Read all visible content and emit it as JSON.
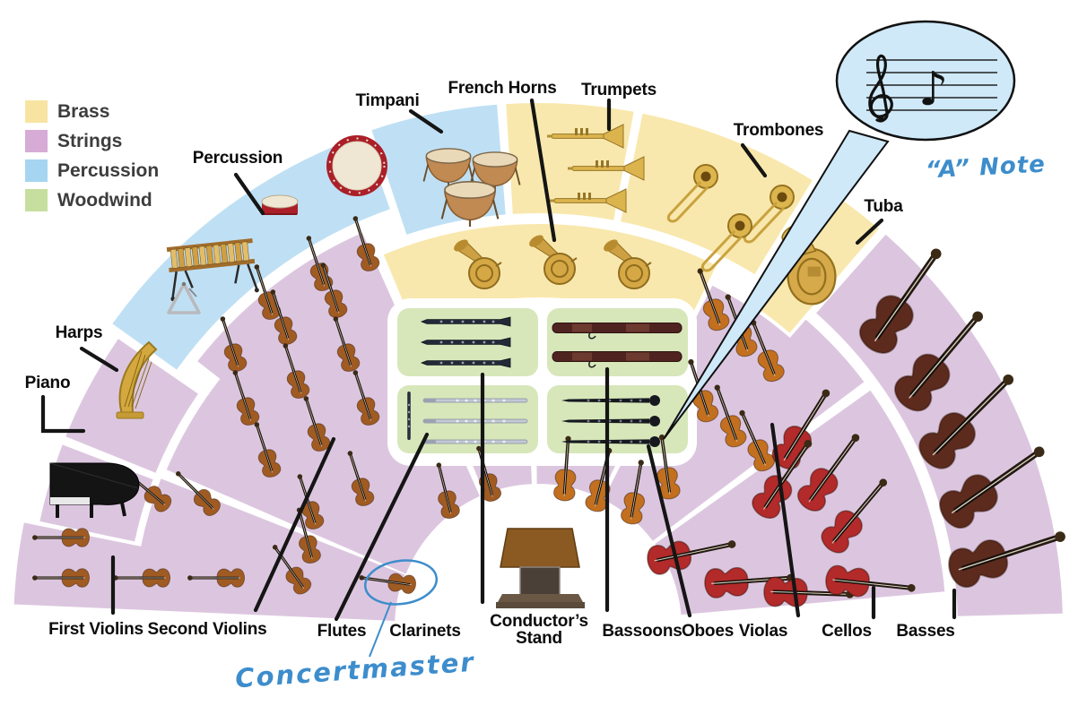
{
  "legend": {
    "items": [
      {
        "label": "Brass",
        "color": "#f7e4a1"
      },
      {
        "label": "Strings",
        "color": "#d6abd6"
      },
      {
        "label": "Percussion",
        "color": "#a5d5f1"
      },
      {
        "label": "Woodwind",
        "color": "#c6df9f"
      }
    ]
  },
  "sections": {
    "percussion": "Percussion",
    "timpani": "Timpani",
    "french_horns": "French Horns",
    "trumpets": "Trumpets",
    "trombones": "Trombones",
    "tuba": "Tuba",
    "harps": "Harps",
    "piano": "Piano",
    "first_violins": "First Violins",
    "second_violins": "Second Violins",
    "flutes": "Flutes",
    "clarinets": "Clarinets",
    "conductor_line1": "Conductor’s",
    "conductor_line2": "Stand",
    "bassoons": "Bassoons",
    "oboes": "Oboes",
    "violas": "Violas",
    "cellos": "Cellos",
    "basses": "Basses"
  },
  "annotations": {
    "a_note": "“A” Note",
    "concertmaster": "Concertmaster"
  },
  "colors": {
    "brass_area": "#f9e8ad",
    "strings_area": "#dcc6df",
    "percussion_area": "#bfe0f4",
    "woodwind_area": "#d7e7ba",
    "bubble_fill": "#cfe9f9",
    "annotation_blue": "#3d8dcc",
    "violin": "#a05b22",
    "viola": "#c2701f",
    "cello": "#b22a2a",
    "bass": "#5d2b1e"
  }
}
